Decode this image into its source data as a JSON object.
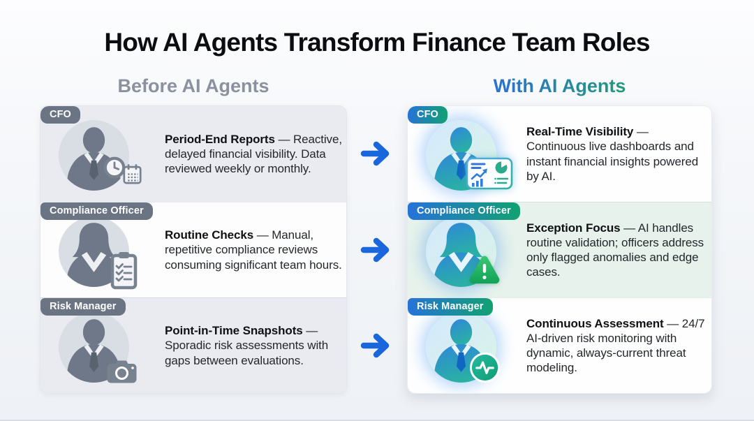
{
  "title": "How AI Agents Transform Finance Team Roles",
  "columns": {
    "before": {
      "header": "Before AI Agents"
    },
    "after": {
      "header": "With AI Agents"
    }
  },
  "rows": [
    {
      "role": "CFO",
      "before": {
        "lead": "Period-End Reports",
        "body": "— Reactive, delayed financial visibility. Data reviewed weekly or monthly."
      },
      "after": {
        "lead": "Real-Time Visibility",
        "body": "— Continuous live dashboards and instant financial insights powered by AI."
      }
    },
    {
      "role": "Compliance Officer",
      "before": {
        "lead": "Routine Checks",
        "body": "— Manual, repetitive compliance reviews consuming significant team hours."
      },
      "after": {
        "lead": "Exception Focus",
        "body": "— AI handles routine validation; officers address only flagged anomalies and edge cases."
      }
    },
    {
      "role": "Risk Manager",
      "before": {
        "lead": "Point-in-Time Snapshots",
        "body": "— Sporadic risk assessments with gaps between evaluations."
      },
      "after": {
        "lead": "Continuous Assessment",
        "body": "— 24/7 AI-driven risk monitoring with dynamic, always-current threat modeling."
      }
    }
  ],
  "icons": {
    "arrow": "right-arrow-icon",
    "before_cfo": [
      "male-avatar",
      "clock-icon",
      "calendar-icon"
    ],
    "before_compliance": [
      "female-avatar",
      "clipboard-checklist-icon"
    ],
    "before_risk": [
      "male-avatar",
      "camera-icon"
    ],
    "with_cfo": [
      "male-avatar",
      "dashboard-charts-icon"
    ],
    "with_compliance": [
      "female-avatar",
      "warning-triangle-icon"
    ],
    "with_risk": [
      "male-avatar",
      "pulse-monitor-icon"
    ]
  },
  "colors": {
    "accent_arrow_blue": "#1a67dd",
    "badge_gray": "#6b7483",
    "badge_blue": "#2673d8",
    "badge_green": "#12a171",
    "header_before_gray": "#8b919e",
    "header_with_blue": "#2e6ed4",
    "header_with_green": "#21a06f",
    "before_row_gray": "#e9ebf0",
    "with_row_mint": "#e7f2ec",
    "warning_green": "#2eb863",
    "pulse_teal": "#14a98c",
    "avatar_gray": "#6f7888",
    "avatar_blue": "#2f86db",
    "avatar_teal": "#2ab0a4"
  }
}
